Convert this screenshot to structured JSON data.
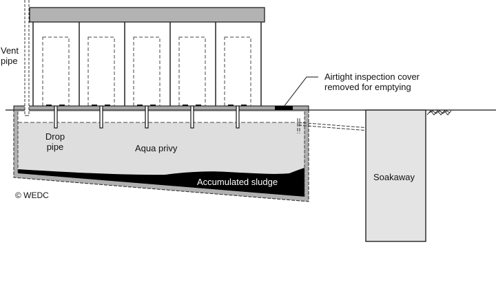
{
  "diagram": {
    "title": "Aqua privy",
    "colors": {
      "roof": "#b3b3b3",
      "slab": "#a8a8a8",
      "tank_fill": "#dedede",
      "sludge": "#000000",
      "tank_wall": "#b0b0b0",
      "soakaway_fill": "#e4e4e4",
      "line": "#111111"
    },
    "cubicle_count": 5,
    "labels": {
      "vent_pipe_line1": "Vent",
      "vent_pipe_line2": "pipe",
      "drop_pipe_line1": "Drop",
      "drop_pipe_line2": "pipe",
      "aqua_privy": "Aqua privy",
      "accumulated_sludge": "Accumulated sludge",
      "inspection_cover_line1": "Airtight inspection cover",
      "inspection_cover_line2": "removed for emptying",
      "soakaway": "Soakaway",
      "copyright": "©  WEDC"
    }
  }
}
